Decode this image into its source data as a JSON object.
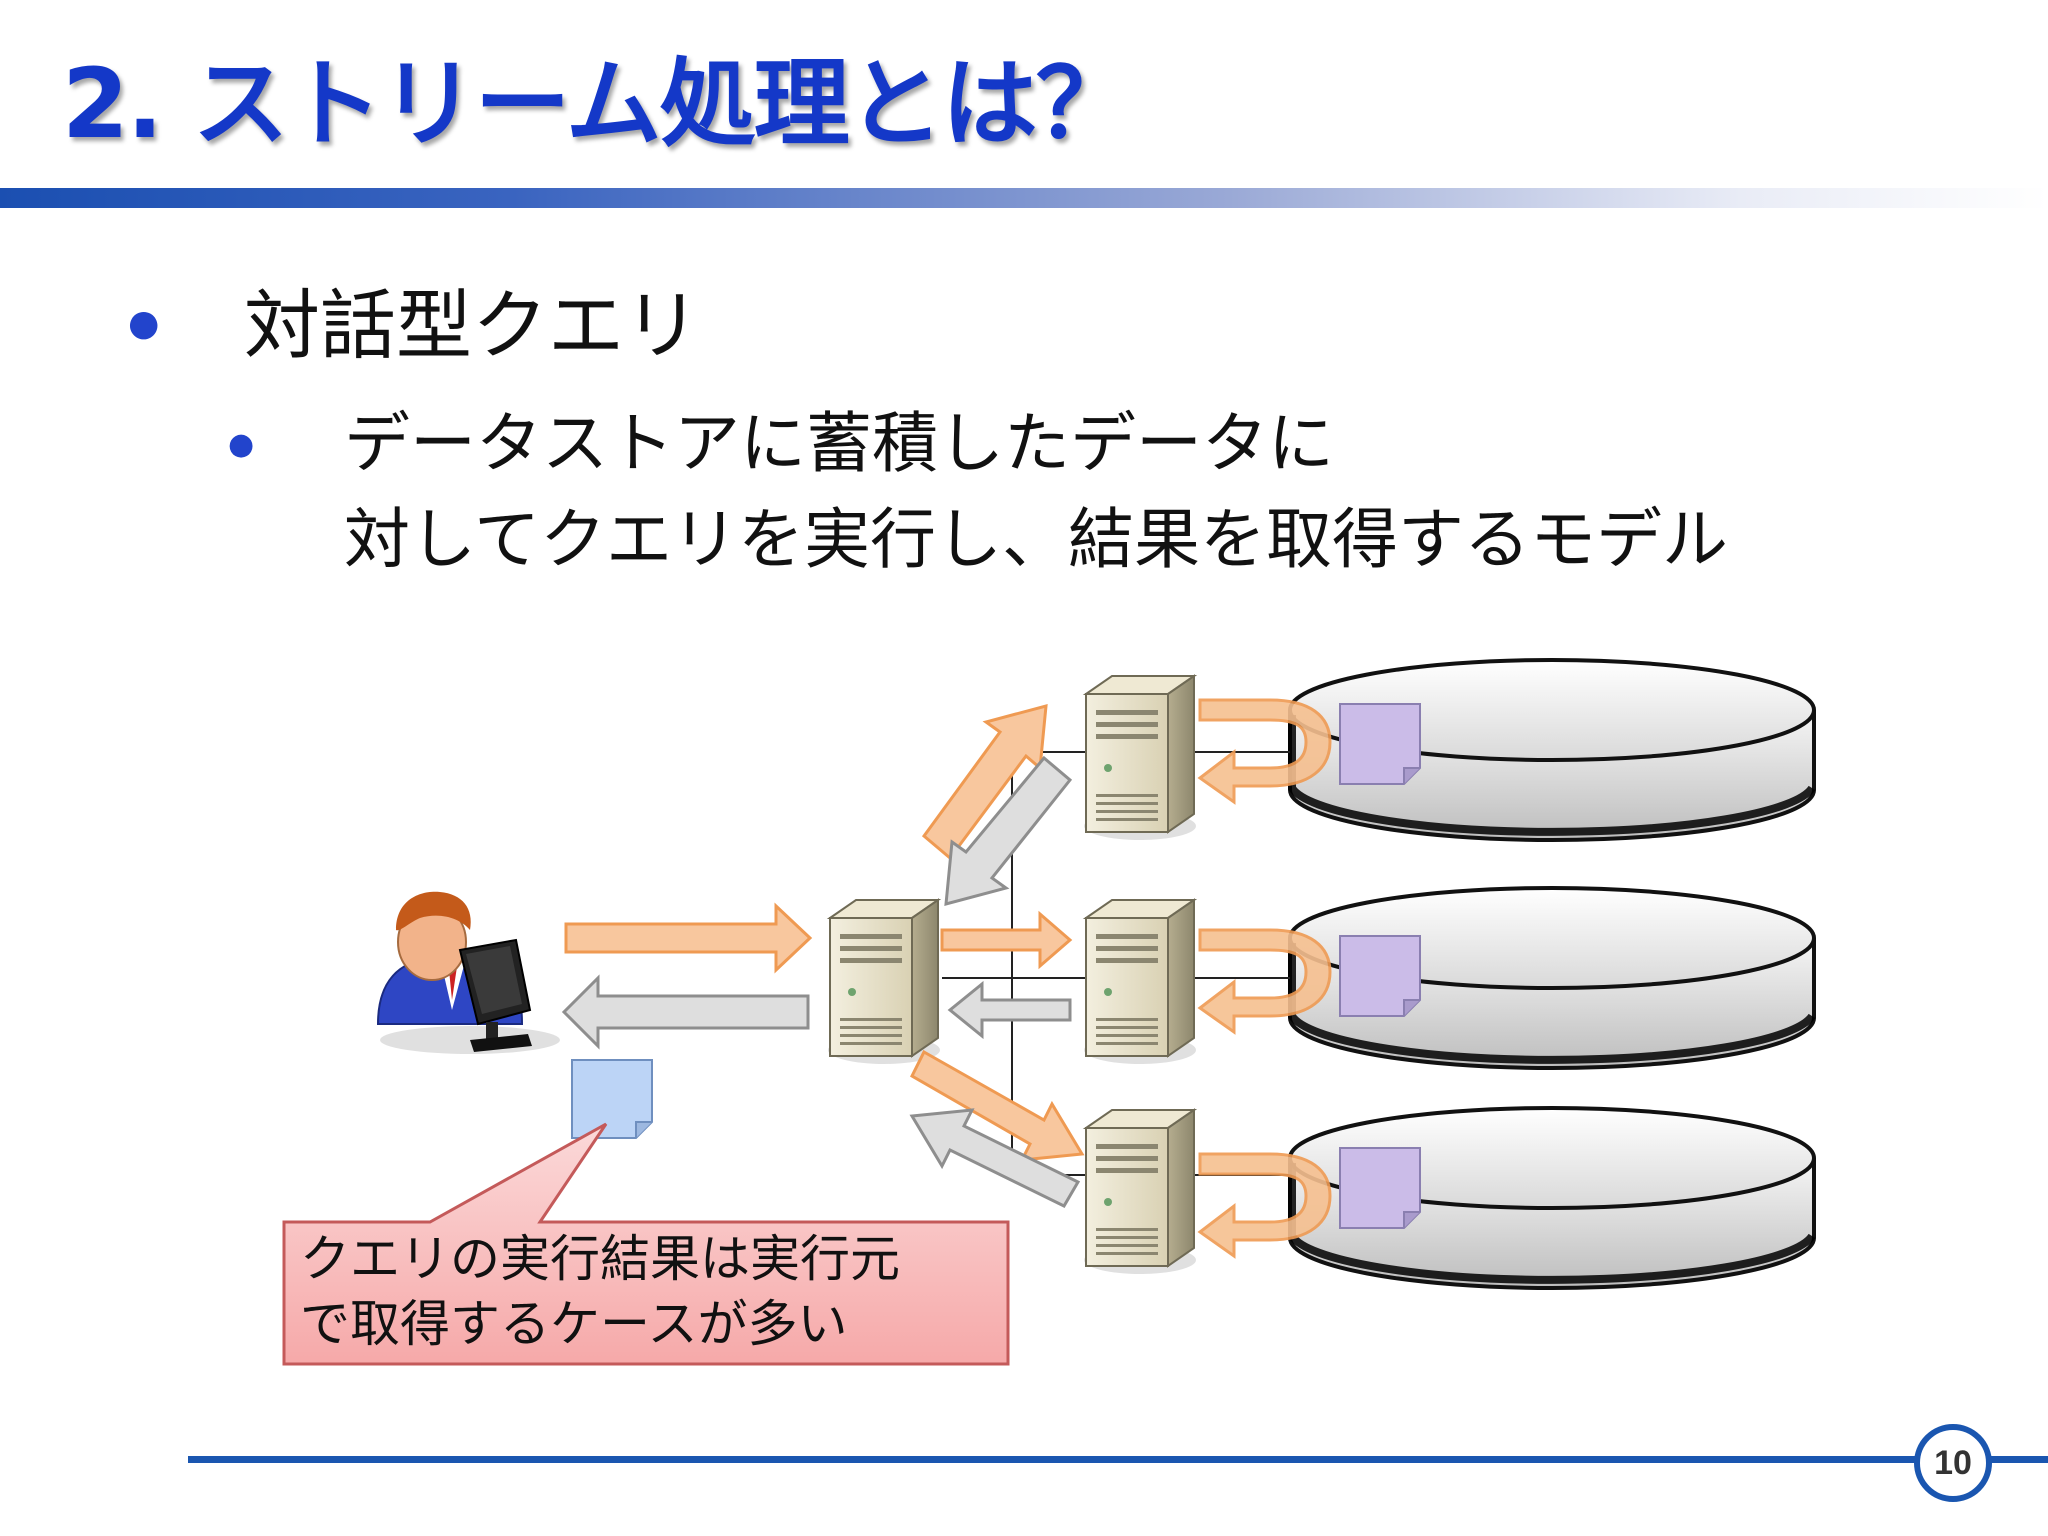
{
  "slide": {
    "title": "2. ストリーム処理とは？",
    "page_number": "10"
  },
  "bullets": {
    "level1": "対話型クエリ",
    "level2_line1": "データストアに蓄積したデータに",
    "level2_line2": "対してクエリを実行し、結果を取得するモデル"
  },
  "diagram": {
    "callout_line1": "クエリの実行結果は実行元",
    "callout_line2": "で取得するケースが多い"
  },
  "colors": {
    "title": "#1438c8",
    "accent_line": "#1a56b0",
    "request_arrow": "#f8c79e",
    "response_arrow": "#dcdcdc",
    "callout_fill": "#f9c4c4",
    "document_purple": "#c9b8e6",
    "document_blue": "#bcd4f6"
  }
}
